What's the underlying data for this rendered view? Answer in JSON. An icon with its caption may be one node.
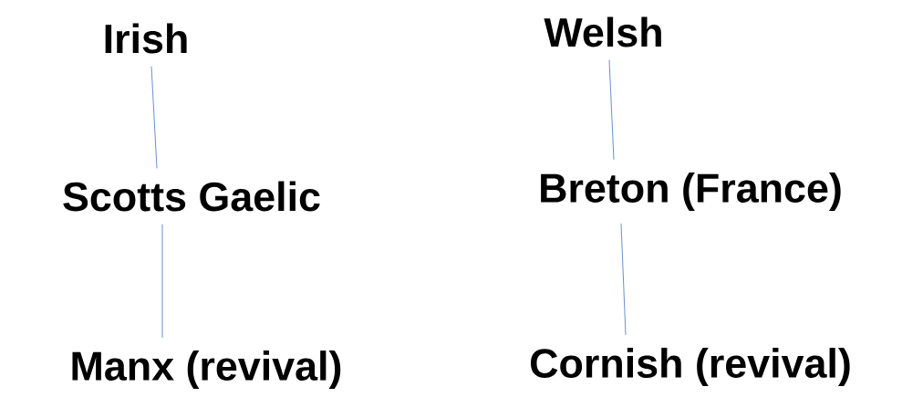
{
  "diagram": {
    "nodes": [
      {
        "text": [
          "Irish"
        ]
      },
      {
        "text": [
          "Scotts Gaelic"
        ]
      },
      {
        "text": [
          "Manx (revival)"
        ]
      },
      {
        "text": [
          "Welsh"
        ]
      },
      {
        "text": [
          "Breton (France)"
        ]
      },
      {
        "text": [
          "Cornish (revival)"
        ]
      }
    ],
    "edges": [
      {
        "from": 0,
        "to": 1,
        "arrow": "none"
      },
      {
        "from": 1,
        "to": 2,
        "arrow": "none"
      },
      {
        "from": 3,
        "to": 4,
        "arrow": "none"
      },
      {
        "from": 4,
        "to": 5,
        "arrow": "none"
      }
    ]
  }
}
